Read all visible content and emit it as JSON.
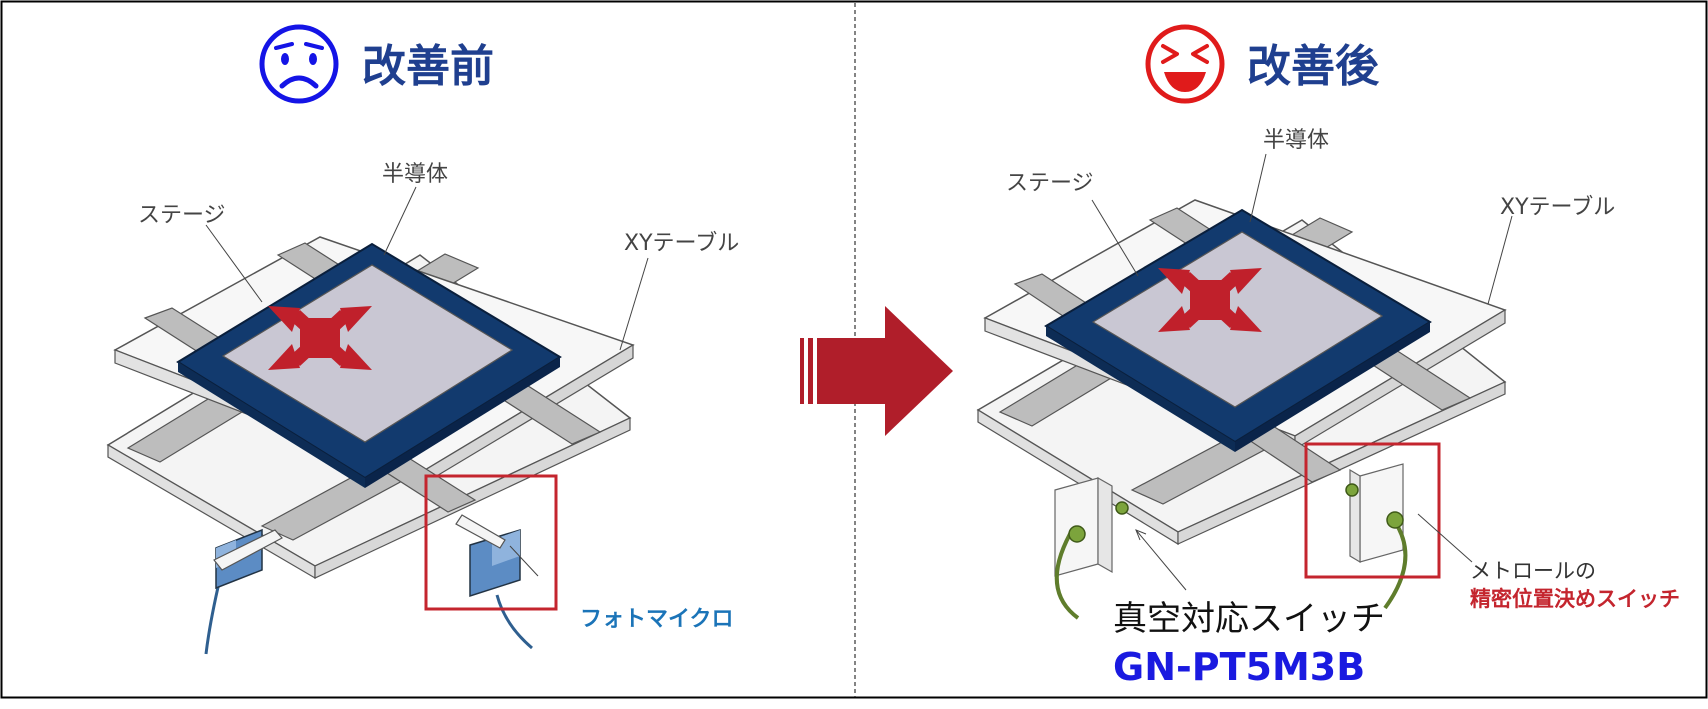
{
  "before": {
    "title": "改善前",
    "labels": {
      "stage": "ステージ",
      "semiconductor": "半導体",
      "xy_table": "XYテーブル",
      "sensor": "フォトマイクロ"
    }
  },
  "after": {
    "title": "改善後",
    "labels": {
      "stage": "ステージ",
      "semiconductor": "半導体",
      "xy_table": "XYテーブル",
      "switch_line1": "メトロールの",
      "switch_line2": "精密位置決めスイッチ",
      "product_line1": "真空対応スイッチ",
      "product_model": "GN-PT5M3B"
    }
  },
  "colors": {
    "title_blue": "#1f3f8f",
    "sad_face": "#1414e6",
    "happy_face": "#e01b1b",
    "arrow": "#b01e2a",
    "stage": "#123a6e",
    "wafer": "#c9c7d3",
    "cross": "#c0202b",
    "highlight_box": "#c4252e",
    "sensor_blue": "#1b74b8",
    "switch_label_red": "#c4252e",
    "model_blue": "#1a1ae0"
  },
  "icons": {
    "before": "sad-face-icon",
    "after": "laughing-face-icon",
    "transition": "right-arrow-icon"
  }
}
